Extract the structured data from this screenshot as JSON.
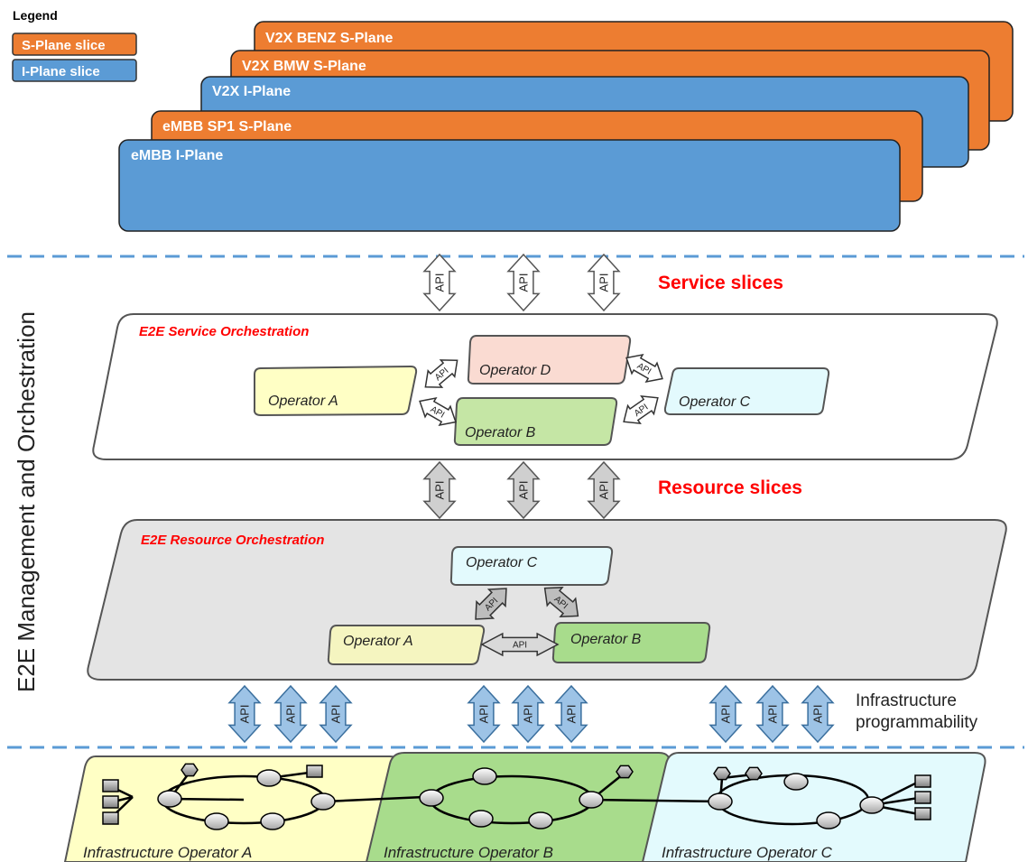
{
  "legend": {
    "title": "Legend",
    "items": [
      {
        "label": "S-Plane slice",
        "color": "#ED7D31"
      },
      {
        "label": "I-Plane slice",
        "color": "#5B9BD5"
      }
    ]
  },
  "slices": [
    {
      "label": "V2X BENZ S-Plane",
      "type": "S-Plane",
      "color": "#ED7D31"
    },
    {
      "label": "V2X BMW S-Plane",
      "type": "S-Plane",
      "color": "#ED7D31"
    },
    {
      "label": "V2X I-Plane",
      "type": "I-Plane",
      "color": "#5B9BD5"
    },
    {
      "label": "eMBB SP1 S-Plane",
      "type": "S-Plane",
      "color": "#ED7D31"
    },
    {
      "label": "eMBB I-Plane",
      "type": "I-Plane",
      "color": "#5B9BD5"
    }
  ],
  "side_label": "E2E Management and Orchestration",
  "api_label": "API",
  "service_slices_label": "Service slices",
  "resource_slices_label": "Resource slices",
  "infra_programmability": {
    "line1": "Infrastructure",
    "line2": "programmability"
  },
  "service_orchestration": {
    "title": "E2E Service Orchestration",
    "operators": [
      {
        "key": "A",
        "label": "Operator A",
        "color": "#FFFFC5"
      },
      {
        "key": "D",
        "label": "Operator D",
        "color": "#FADBD2"
      },
      {
        "key": "B",
        "label": "Operator B",
        "color": "#C5E6A5"
      },
      {
        "key": "C",
        "label": "Operator C",
        "color": "#E3FAFD"
      }
    ]
  },
  "resource_orchestration": {
    "title": "E2E Resource Orchestration",
    "operators": [
      {
        "key": "C",
        "label": "Operator C",
        "color": "#E3FAFD"
      },
      {
        "key": "A",
        "label": "Operator A",
        "color": "#F5F5C0"
      },
      {
        "key": "B",
        "label": "Operator B",
        "color": "#A8DC8C"
      }
    ]
  },
  "infrastructure": [
    {
      "label": "Infrastructure Operator A",
      "color": "#FFFFC5"
    },
    {
      "label": "Infrastructure Operator B",
      "color": "#A8DC8C"
    },
    {
      "label": "Infrastructure Operator C",
      "color": "#E3FAFD"
    }
  ],
  "colors": {
    "divider": "#5B9BD5",
    "red_title": "#FF0000",
    "api_blue": "#9DC3E6"
  }
}
